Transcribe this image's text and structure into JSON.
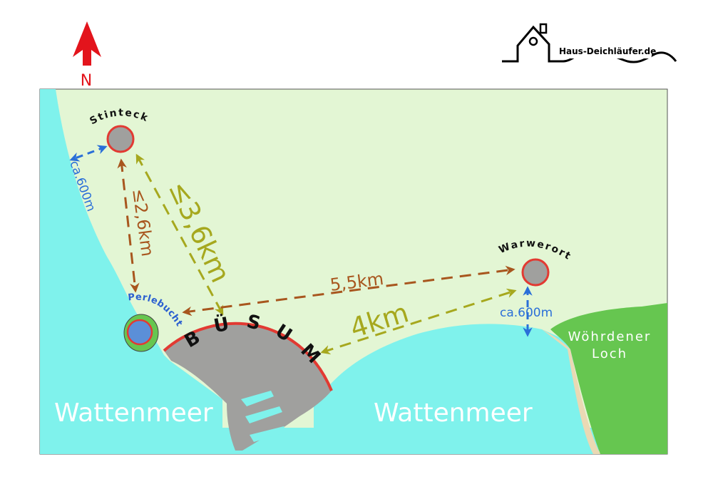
{
  "compass": {
    "label": "N"
  },
  "logo": {
    "text": "Haus-Deichläufer.de"
  },
  "places": {
    "stinteck": "Stinteck",
    "warwerort": "Warwerort",
    "perlebucht": "Perlebucht",
    "busum": "BÜSUM",
    "woehrdener_loch_line1": "Wöhrdener",
    "woehrdener_loch_line2": "Loch"
  },
  "sea_labels": {
    "left": "Wattenmeer",
    "right": "Wattenmeer"
  },
  "distances": {
    "stinteck_beach": "ca.600m",
    "stinteck_perlebucht": "≤2,6km",
    "stinteck_busum": "≤3,6km",
    "busum_warwerort_inland": "5,5km",
    "busum_warwerort_coast": "4km",
    "warwerort_beach": "ca.600m"
  },
  "colors": {
    "land": "#e3f6d4",
    "sea": "#7ff2ec",
    "town": "#a0a09e",
    "dike_line": "#e23a32",
    "marsh": "#66c650",
    "shore_sand": "#ead9b4",
    "route_brown": "#a8561e",
    "route_olive": "#a6a81e",
    "route_blue": "#2a6fd8",
    "compass": "#e3141c"
  }
}
